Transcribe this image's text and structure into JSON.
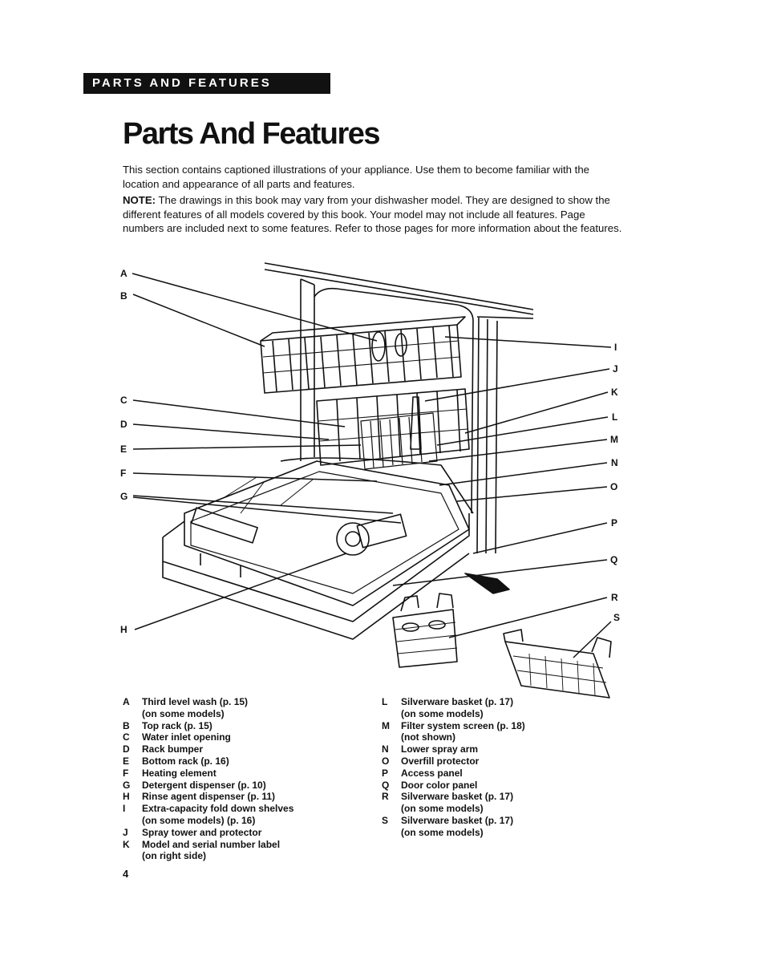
{
  "section_label": "PARTS AND FEATURES",
  "title": "Parts And Features",
  "intro": "This section contains captioned illustrations of your appliance. Use them to become familiar with the location and appearance of all parts and features.",
  "note": {
    "label": "NOTE:",
    "text": " The drawings in this book may vary from your dishwasher model. They are designed to show the different features of all models covered by this book. Your model may not include all features. Page numbers are included next to some features. Refer to those pages for more information about the features."
  },
  "callouts": [
    "A",
    "B",
    "C",
    "D",
    "E",
    "F",
    "G",
    "H",
    "I",
    "J",
    "K",
    "L",
    "M",
    "N",
    "O",
    "P",
    "Q",
    "R",
    "S"
  ],
  "legend_left": [
    {
      "key": "A",
      "text": "Third level wash (p. 15)"
    },
    {
      "key": "",
      "text": "(on some models)"
    },
    {
      "key": "B",
      "text": "Top rack (p. 15)"
    },
    {
      "key": "C",
      "text": "Water inlet opening"
    },
    {
      "key": "D",
      "text": "Rack bumper"
    },
    {
      "key": "E",
      "text": "Bottom rack (p. 16)"
    },
    {
      "key": "F",
      "text": "Heating element"
    },
    {
      "key": "G",
      "text": "Detergent dispenser (p. 10)"
    },
    {
      "key": "H",
      "text": "Rinse agent dispenser (p. 11)"
    },
    {
      "key": "I",
      "text": "Extra-capacity fold down shelves"
    },
    {
      "key": "",
      "text": "(on some models) (p. 16)"
    },
    {
      "key": "J",
      "text": "Spray tower and protector"
    },
    {
      "key": "K",
      "text": "Model and serial number label"
    },
    {
      "key": "",
      "text": "(on right side)"
    }
  ],
  "legend_right": [
    {
      "key": "L",
      "text": "Silverware basket (p. 17)"
    },
    {
      "key": "",
      "text": "(on some models)"
    },
    {
      "key": "M",
      "text": "Filter system screen (p. 18)"
    },
    {
      "key": "",
      "text": "(not shown)"
    },
    {
      "key": "N",
      "text": "Lower spray arm"
    },
    {
      "key": "O",
      "text": "Overfill protector"
    },
    {
      "key": "P",
      "text": "Access panel"
    },
    {
      "key": "Q",
      "text": "Door color panel"
    },
    {
      "key": "R",
      "text": "Silverware basket (p. 17)"
    },
    {
      "key": "",
      "text": "(on some models)"
    },
    {
      "key": "S",
      "text": "Silverware basket (p. 17)"
    },
    {
      "key": "",
      "text": "(on some models)"
    }
  ],
  "page_number": "4"
}
